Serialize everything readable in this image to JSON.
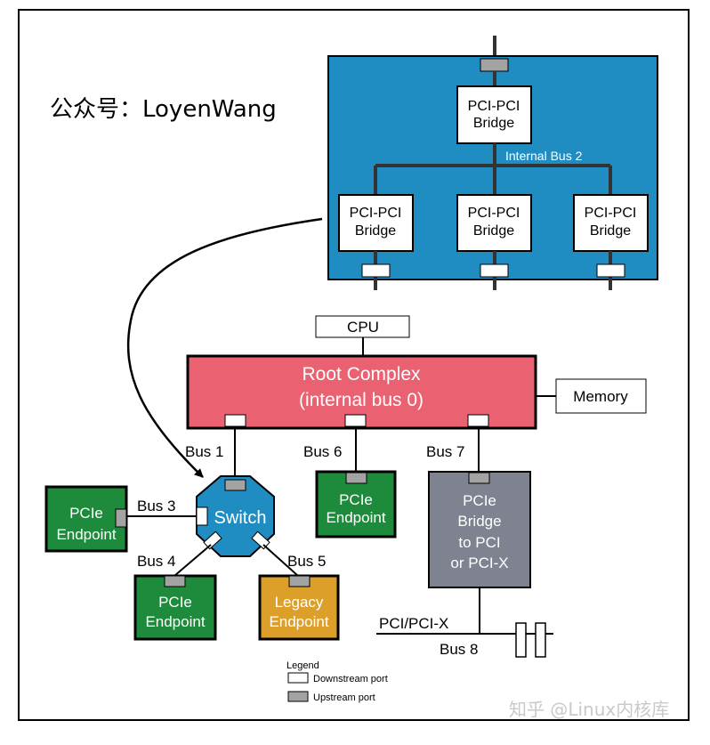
{
  "watermark_top": "公众号：LoyenWang",
  "watermark_bottom": "知乎 @Linux内核库",
  "colors": {
    "switch_fabric_bg": "#1f8dc2",
    "root_complex": "#ea6272",
    "endpoint_green": "#1e8b3c",
    "endpoint_legacy": "#dca02a",
    "bridge_gray": "#7f8391",
    "port_up": "#a3a3a3",
    "port_down": "#ffffff",
    "line": "#000000"
  },
  "switch_internal": {
    "top_bridge": [
      "PCI-PCI",
      "Bridge"
    ],
    "internal_bus_label": "Internal Bus 2",
    "lower_bridges": [
      [
        "PCI-PCI",
        "Bridge"
      ],
      [
        "PCI-PCI",
        "Bridge"
      ],
      [
        "PCI-PCI",
        "Bridge"
      ]
    ]
  },
  "cpu_label": "CPU",
  "memory_label": "Memory",
  "root_complex": [
    "Root Complex",
    "(internal bus 0)"
  ],
  "switch_label": "Switch",
  "buses": {
    "bus1": "Bus 1",
    "bus3": "Bus 3",
    "bus4": "Bus 4",
    "bus5": "Bus 5",
    "bus6": "Bus 6",
    "bus7": "Bus 7",
    "bus8": "Bus 8",
    "pci_bus": "PCI/PCI-X"
  },
  "endpoints": {
    "left": [
      "PCIe",
      "Endpoint"
    ],
    "bottom": [
      "PCIe",
      "Endpoint"
    ],
    "legacy": [
      "Legacy",
      "Endpoint"
    ],
    "middle": [
      "PCIe",
      "Endpoint"
    ]
  },
  "bridge_to_pci": [
    "PCIe",
    "Bridge",
    "to PCI",
    "or PCI-X"
  ],
  "legend": {
    "title": "Legend",
    "downstream": "Downstream port",
    "upstream": "Upstream port"
  }
}
